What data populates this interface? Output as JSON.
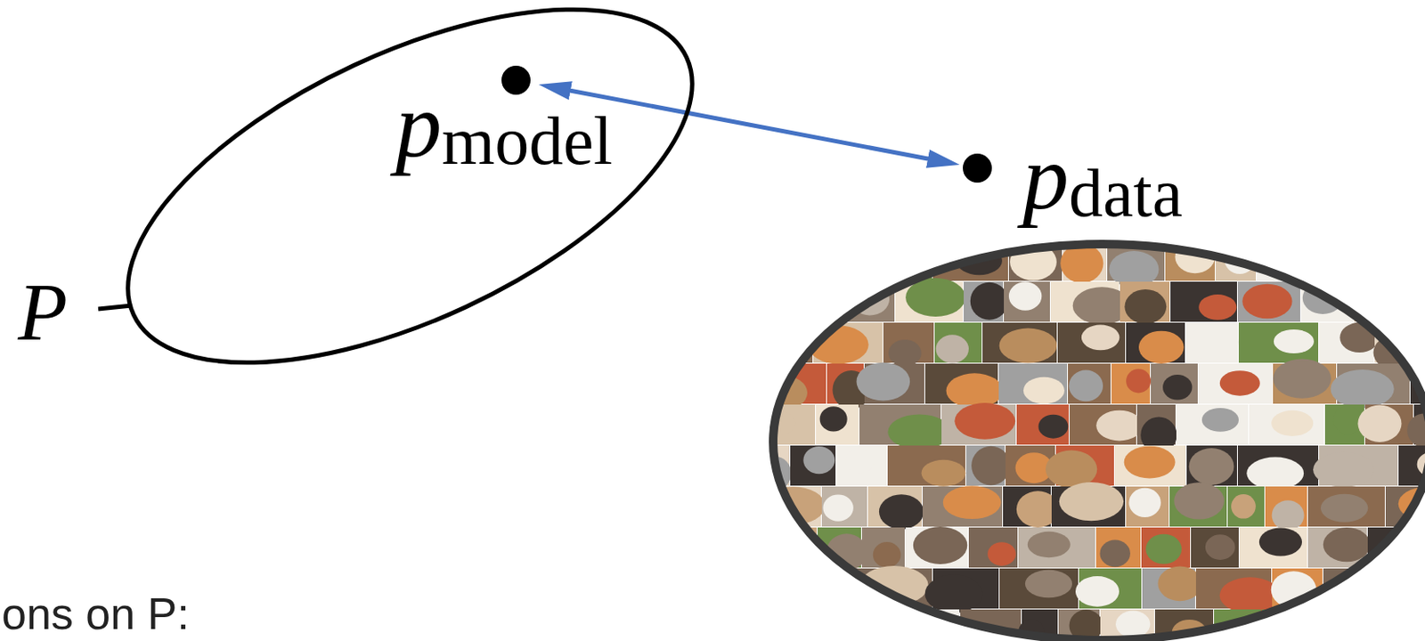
{
  "diagram": {
    "nodes": [
      {
        "text": [
          "P"
        ]
      },
      {
        "text": [
          "pmodel"
        ],
        "in": 0
      },
      {
        "text": [
          "pdata"
        ]
      }
    ],
    "edges": [
      {
        "from": 1,
        "to": 2,
        "arrow": "both"
      }
    ],
    "labels": [
      "ons on P:"
    ]
  }
}
